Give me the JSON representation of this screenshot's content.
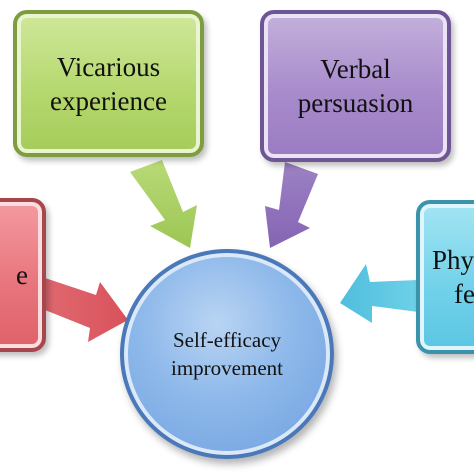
{
  "diagram": {
    "center": {
      "line1": "Self-efficacy",
      "line2": "improvement"
    },
    "boxes": {
      "top_left": {
        "line1": "Vicarious",
        "line2": "experience",
        "color": "#b6d86f"
      },
      "top_right": {
        "line1": "Verbal",
        "line2": "persuasion",
        "color": "#a88bcb"
      },
      "left": {
        "line1": "e",
        "color": "#e8767e"
      },
      "right": {
        "line1": "Phy",
        "line2": "fe",
        "color": "#74d2ea"
      }
    },
    "center_color": "#8db8ea"
  }
}
